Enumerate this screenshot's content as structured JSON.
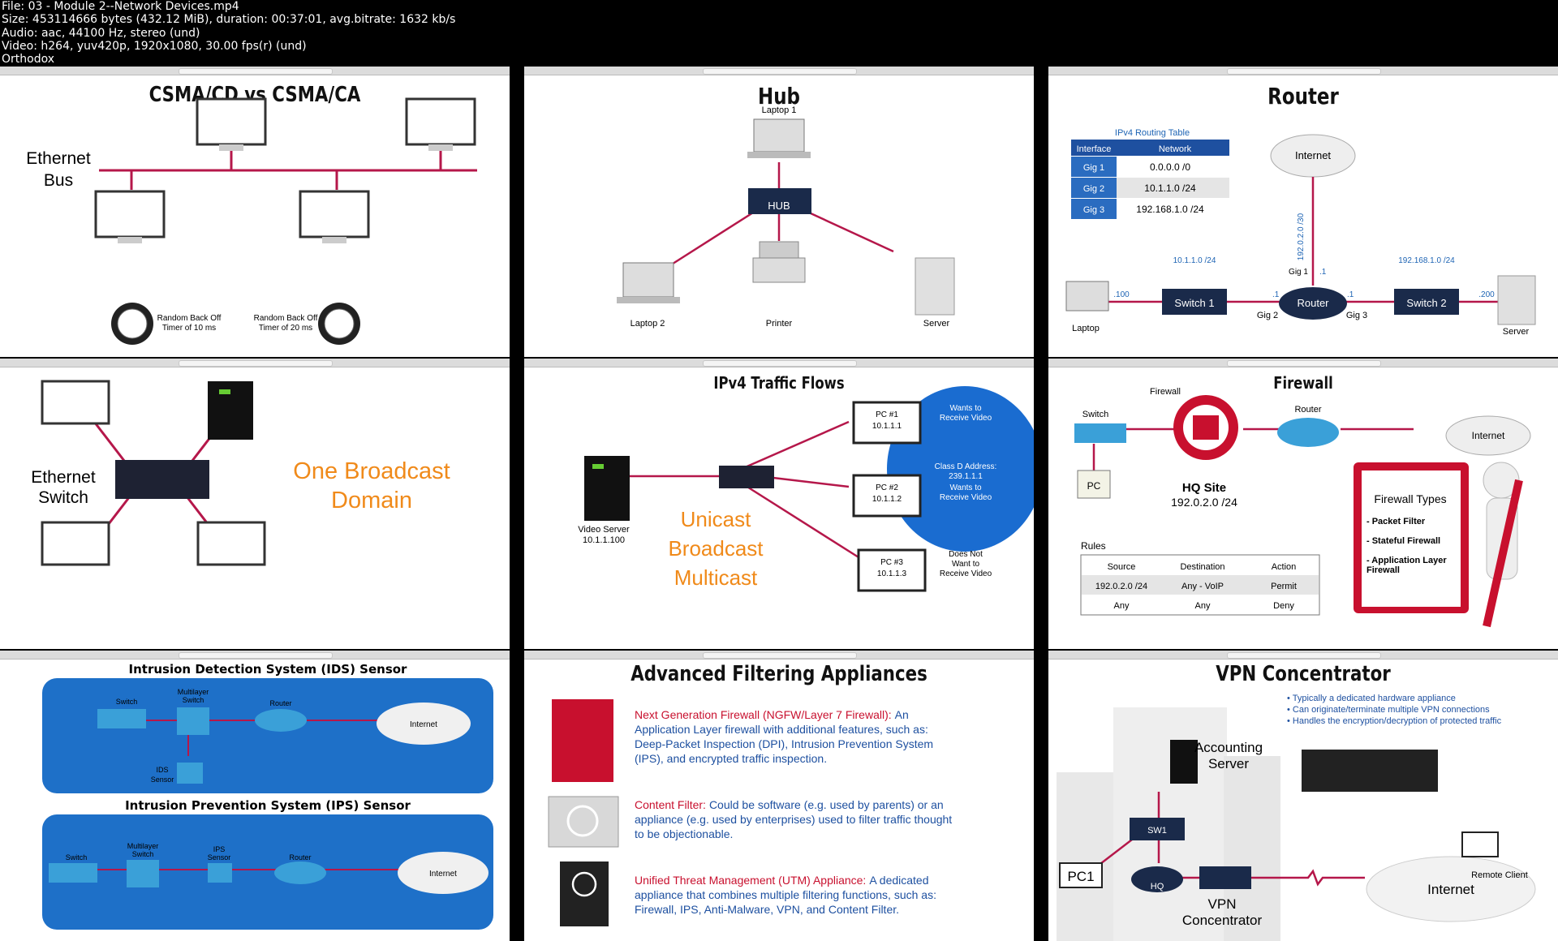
{
  "header": {
    "line1": "File: 03 - Module 2--Network Devices.mp4",
    "line2": "Size: 453114666 bytes (432.12 MiB), duration: 00:37:01, avg.bitrate: 1632 kb/s",
    "line3": "Audio: aac, 44100 Hz, stereo (und)",
    "line4": "Video: h264, yuv420p, 1920x1080, 30.00 fps(r) (und)",
    "line5": "Orthodox"
  },
  "t1": {
    "title": "CSMA/CD vs CSMA/CA",
    "bus1": "Ethernet",
    "bus2": "Bus",
    "tl1a": "Random Back Off",
    "tl1b": "Timer of 10 ms",
    "tl2a": "Random Back Off",
    "tl2b": "Timer of 20 ms"
  },
  "t2": {
    "title": "Hub",
    "laptop1": "Laptop 1",
    "hub": "HUB",
    "laptop2": "Laptop 2",
    "printer": "Printer",
    "server": "Server"
  },
  "t3": {
    "title": "Router",
    "table_title": "IPv4 Routing Table",
    "col1": "Interface",
    "col2": "Network",
    "rows": [
      [
        "Gig 1",
        "0.0.0.0 /0"
      ],
      [
        "Gig 2",
        "10.1.1.0 /24"
      ],
      [
        "Gig 3",
        "192.168.1.0 /24"
      ]
    ],
    "internet": "Internet",
    "vlink": "192.0.2.0 /30",
    "net1": "10.1.1.0 /24",
    "net2": "192.168.1.0 /24",
    "gig1": "Gig 1",
    "dot1": ".1",
    "dotA": ".100",
    "switch1": "Switch 1",
    "dotB": ".1",
    "router": "Router",
    "dotC": ".1",
    "switch2": "Switch 2",
    "dotD": ".200",
    "laptop": "Laptop",
    "gig2": "Gig 2",
    "gig3": "Gig 3",
    "server": "Server"
  },
  "t4": {
    "sw1": "Ethernet",
    "sw2": "Switch",
    "dom1": "One Broadcast",
    "dom2": "Domain"
  },
  "t5": {
    "title": "IPv4 Traffic Flows",
    "pc1": "PC #1",
    "pc1ip": "10.1.1.1",
    "want1a": "Wants to",
    "want1b": "Receive Video",
    "classd1": "Class D Address:",
    "classd2": "239.1.1.1",
    "pc2": "PC #2",
    "pc2ip": "10.1.1.2",
    "want2a": "Wants to",
    "want2b": "Receive Video",
    "vs1": "Video Server",
    "vs2": "10.1.1.100",
    "uni": "Unicast",
    "bro": "Broadcast",
    "mul": "Multicast",
    "pc3": "PC #3",
    "pc3ip": "10.1.1.3",
    "dn1": "Does Not",
    "dn2": "Want to",
    "dn3": "Receive Video"
  },
  "t6": {
    "title": "Firewall",
    "fw": "Firewall",
    "router": "Router",
    "switch": "Switch",
    "internet": "Internet",
    "pc": "PC",
    "hq": "HQ Site",
    "hqnet": "192.0.2.0 /24",
    "ft": "Firewall Types",
    "f1": "- Packet Filter",
    "f2": "- Stateful Firewall",
    "f3a": "- Application Layer",
    "f3b": "Firewall",
    "rules": "Rules",
    "h1": "Source",
    "h2": "Destination",
    "h3": "Action",
    "r1": [
      "192.0.2.0 /24",
      "Any - VoIP",
      "Permit"
    ],
    "r2": [
      "Any",
      "Any",
      "Deny"
    ]
  },
  "t7": {
    "ids": "Intrusion Detection System (IDS) Sensor",
    "sw": "Switch",
    "ml1": "Multilayer",
    "ml2": "Switch",
    "router": "Router",
    "internet": "Internet",
    "idsA": "IDS",
    "idsB": "Sensor",
    "ips": "Intrusion Prevention System (IPS) Sensor",
    "sw2": "Switch",
    "ml3": "Multilayer",
    "ml4": "Switch",
    "ipsA": "IPS",
    "ipsB": "Sensor",
    "router2": "Router",
    "internet2": "Internet"
  },
  "t8": {
    "title": "Advanced Filtering Appliances",
    "a1h": "Next Generation Firewall (NGFW/Layer 7 Firewall):",
    "a1t1": "An",
    "a1t2": "Application Layer firewall with additional features, such as:",
    "a1t3": "Deep-Packet Inspection (DPI), Intrusion Prevention System",
    "a1t4": "(IPS), and encrypted traffic inspection.",
    "a2h": "Content Filter:",
    "a2t1": "Could be software (e.g. used by parents) or an",
    "a2t2": "appliance (e.g. used by enterprises) used to filter traffic thought",
    "a2t3": "to be objectionable.",
    "a3h": "Unified Threat Management (UTM) Appliance:",
    "a3t1": "A dedicated",
    "a3t2": "appliance that combines multiple filtering functions, such as:",
    "a3t3": "Firewall, IPS, Anti-Malware, VPN, and Content Filter."
  },
  "t9": {
    "title": "VPN Concentrator",
    "b1": "• Typically a dedicated hardware appliance",
    "b2": "• Can originate/terminate multiple VPN connections",
    "b3": "• Handles the encryption/decryption of protected traffic",
    "acc1": "Accounting",
    "acc2": "Server",
    "sw1": "SW1",
    "pc1": "PC1",
    "hq": "HQ",
    "vpn1": "VPN",
    "vpn2": "Concentrator",
    "internet": "Internet",
    "remote": "Remote Client"
  }
}
